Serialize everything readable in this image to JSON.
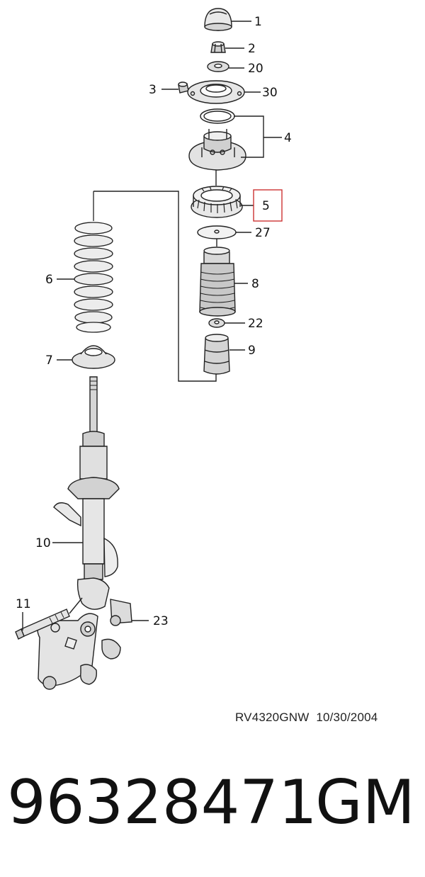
{
  "callouts": {
    "c1": "1",
    "c2": "2",
    "c20": "20",
    "c3": "3",
    "c30": "30",
    "c4": "4",
    "c5": "5",
    "c27": "27",
    "c6": "6",
    "c8": "8",
    "c22": "22",
    "c7": "7",
    "c9": "9",
    "c10": "10",
    "c11": "11",
    "c23": "23"
  },
  "highlighted_callout": "5",
  "highlight_color": "#cc3333",
  "reference": "RV4320GNW  10/30/2004",
  "part_number": "96328471",
  "manufacturer": "GM"
}
